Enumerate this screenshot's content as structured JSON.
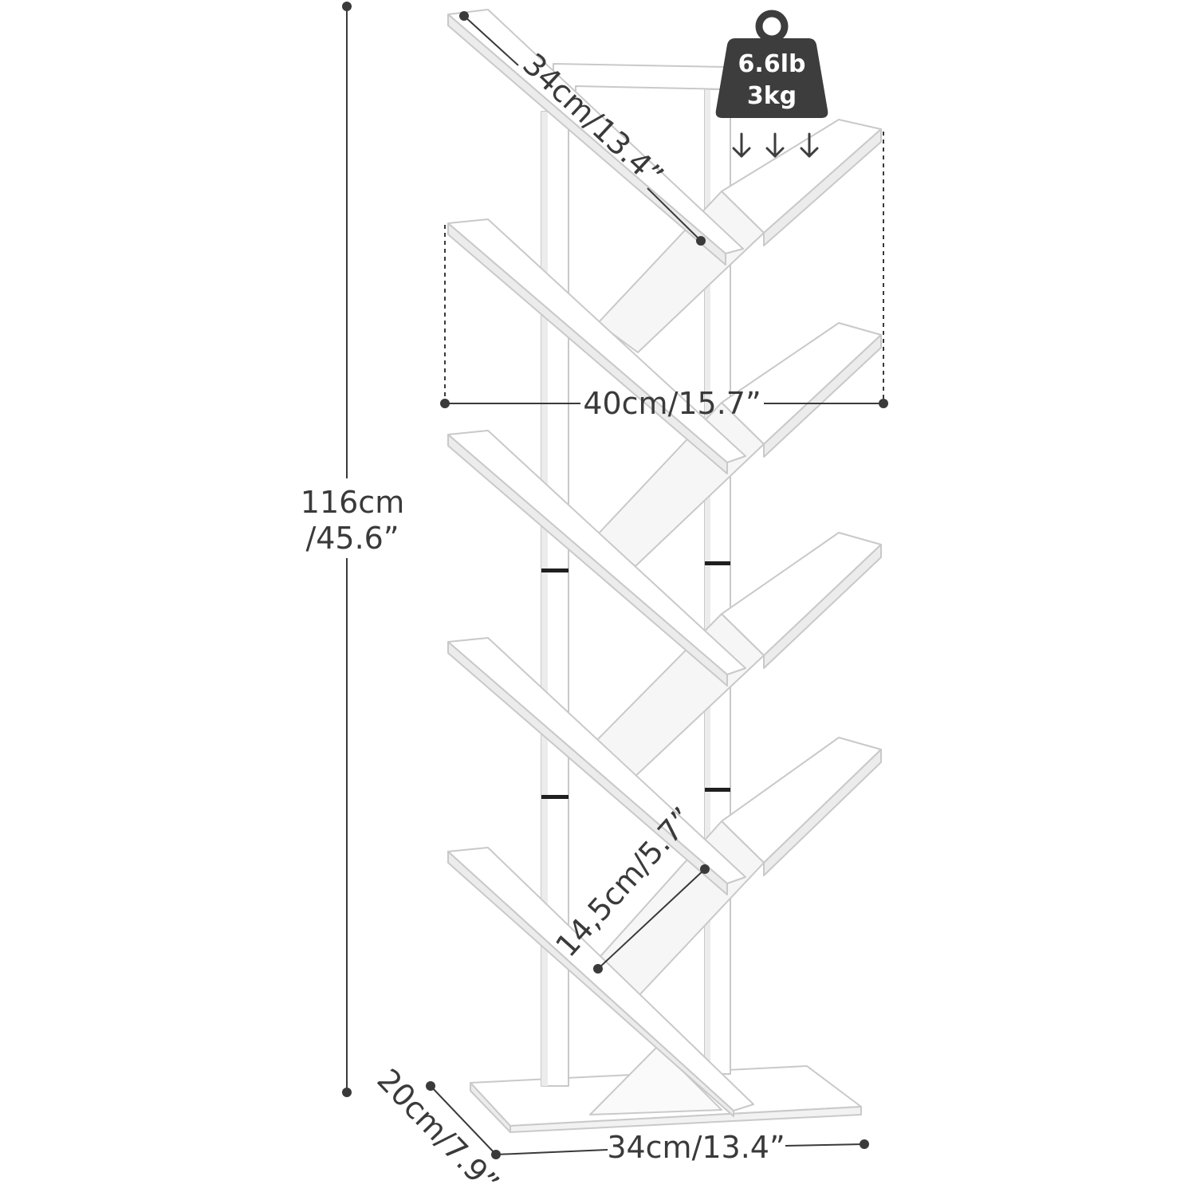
{
  "dimensions": {
    "height_line1": "116cm",
    "height_line2": "/45.6”",
    "shelf_length": "34cm/13.4”",
    "overall_width": "40cm/15.7”",
    "shelf_spacing": "14,5cm/5.7”",
    "base_width": "34cm/13.4”",
    "base_depth": "20cm/7.9”"
  },
  "load_badge": {
    "line1": "6.6lb",
    "line2": "3kg",
    "icon": "weight-icon",
    "arrow_icon": "down-arrow-icon"
  },
  "product": {
    "icon": "tree-bookshelf-illustration",
    "color": "#ffffff"
  },
  "colors": {
    "dimension_line": "#3a3a3a",
    "badge": "#3d3d3d",
    "shelf": "#ffffff",
    "shelf_edge": "#c8c8c8",
    "shelf_side": "#ececec"
  }
}
